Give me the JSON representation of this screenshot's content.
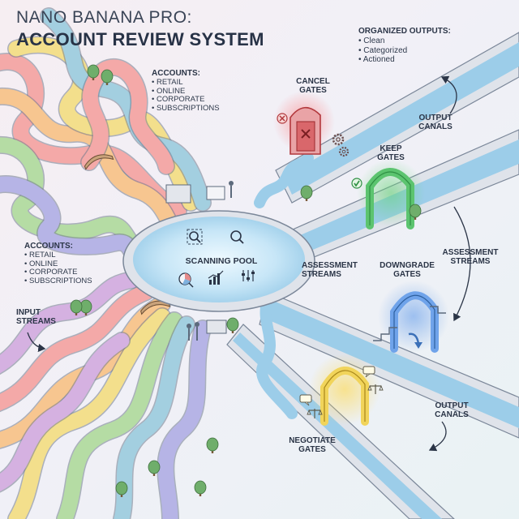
{
  "title": {
    "line1": "NANO BANANA PRO:",
    "line2": "ACCOUNT REVIEW SYSTEM"
  },
  "accounts_top": {
    "heading": "ACCOUNTS:",
    "items": [
      "RETAIL",
      "ONLINE",
      "CORPORATE",
      "SUBSCRIPTIONS"
    ]
  },
  "accounts_left": {
    "heading": "ACCOUNTS:",
    "items": [
      "RETAIL",
      "ONLINE",
      "CORPORATE",
      "SUBSCRIPTIONS"
    ]
  },
  "organized_outputs": {
    "heading": "ORGANIZED OUTPUTS:",
    "items": [
      "Clean",
      "Categorized",
      "Actioned"
    ]
  },
  "labels": {
    "input_streams": "INPUT STREAMS",
    "scanning_pool": "SCANNING POOL",
    "assessment_streams_mid": "ASSESSMENT STREAMS",
    "assessment_streams_right": "ASSESSMENT STREAMS",
    "output_canals_top": "OUTPUT CANALS",
    "output_canals_bottom": "OUTPUT CANALS"
  },
  "gates": {
    "cancel": {
      "label": "CANCEL GATES",
      "color": "#e3595b"
    },
    "keep": {
      "label": "KEEP GATES",
      "color": "#4fbf63"
    },
    "downgrade": {
      "label": "DOWNGRADE GATES",
      "color": "#4d86d6"
    },
    "negotiate": {
      "label": "NEGOTIATE GATES",
      "color": "#e8c640"
    }
  },
  "colors": {
    "water": "#9ccde9",
    "water_edge": "#5d8fb3",
    "wall": "#dfe3ea",
    "stream_palette": [
      "#f4a9a8",
      "#f7c690",
      "#f3df8c",
      "#b5dca4",
      "#a3cfe0",
      "#b6b4e6",
      "#d5b1e1"
    ]
  },
  "icons": {
    "pool": [
      "magnifier-icon",
      "magnifier-icon",
      "pie-chart-icon",
      "bar-chart-icon",
      "sliders-icon"
    ],
    "gates": [
      "x-icon",
      "gear-icon",
      "check-icon",
      "arrow-down-icon",
      "speech-bubble-icon",
      "scale-icon"
    ]
  }
}
